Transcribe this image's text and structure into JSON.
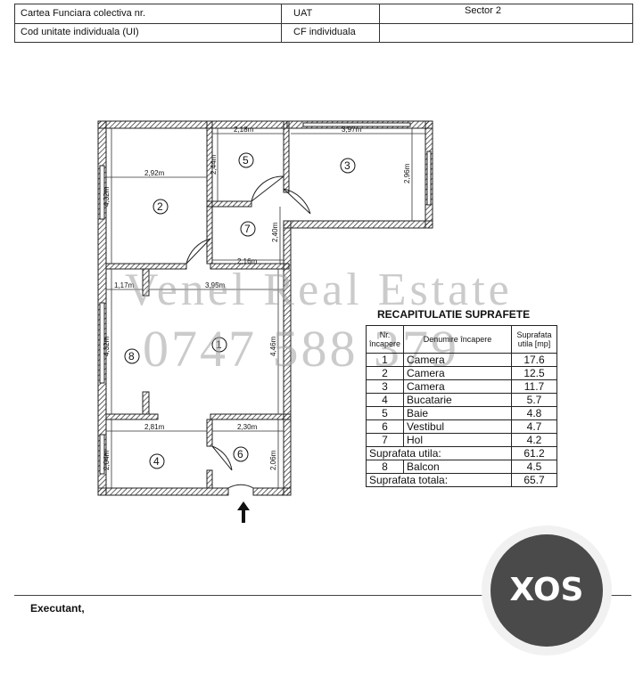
{
  "header": {
    "row1_left": "Cartea Funciara colectiva  nr.",
    "row1_mid": "UAT",
    "row1_right": "Sector 2",
    "row2_left": "Cod unitate individuala (UI)",
    "row2_mid": "CF individuala"
  },
  "watermark": {
    "line1": "Venel Real Estate",
    "line2": "0747 588 379"
  },
  "plan": {
    "rooms": [
      "1",
      "2",
      "3",
      "4",
      "5",
      "6",
      "7",
      "8"
    ],
    "dims": {
      "d1": "2,18m",
      "d2": "3,97m",
      "d3": "2,92m",
      "d4": "4,32m",
      "d5": "2,44m",
      "d6": "2,96m",
      "d7": "2,40m",
      "d8": "2,16m",
      "d9": "1,17m",
      "d10": "3,95m",
      "d11": "4,32m",
      "d12": "4,46m",
      "d13": "2,81m",
      "d14": "2,30m",
      "d15": "2,04m",
      "d16": "2,06m"
    }
  },
  "recap": {
    "title": "RECAPITULATIE SUPRAFETE",
    "head_nr": "Nr. încapere",
    "head_den": "Denumire încapere",
    "head_sup": "Suprafata utila [mp]",
    "rows": [
      {
        "nr": "1",
        "name": "Camera",
        "area": "17.6"
      },
      {
        "nr": "2",
        "name": "Camera",
        "area": "12.5"
      },
      {
        "nr": "3",
        "name": "Camera",
        "area": "11.7"
      },
      {
        "nr": "4",
        "name": "Bucatarie",
        "area": "5.7"
      },
      {
        "nr": "5",
        "name": "Baie",
        "area": "4.8"
      },
      {
        "nr": "6",
        "name": "Vestibul",
        "area": "4.7"
      },
      {
        "nr": "7",
        "name": "Hol",
        "area": "4.2"
      }
    ],
    "utila_label": "Suprafata utila:",
    "utila_value": "61.2",
    "balcon": {
      "nr": "8",
      "name": "Balcon",
      "area": "4.5"
    },
    "totala_label": "Suprafata totala:",
    "totala_value": "65.7"
  },
  "footer": {
    "executant": "Executant,"
  },
  "logo": {
    "text": "XOS"
  }
}
